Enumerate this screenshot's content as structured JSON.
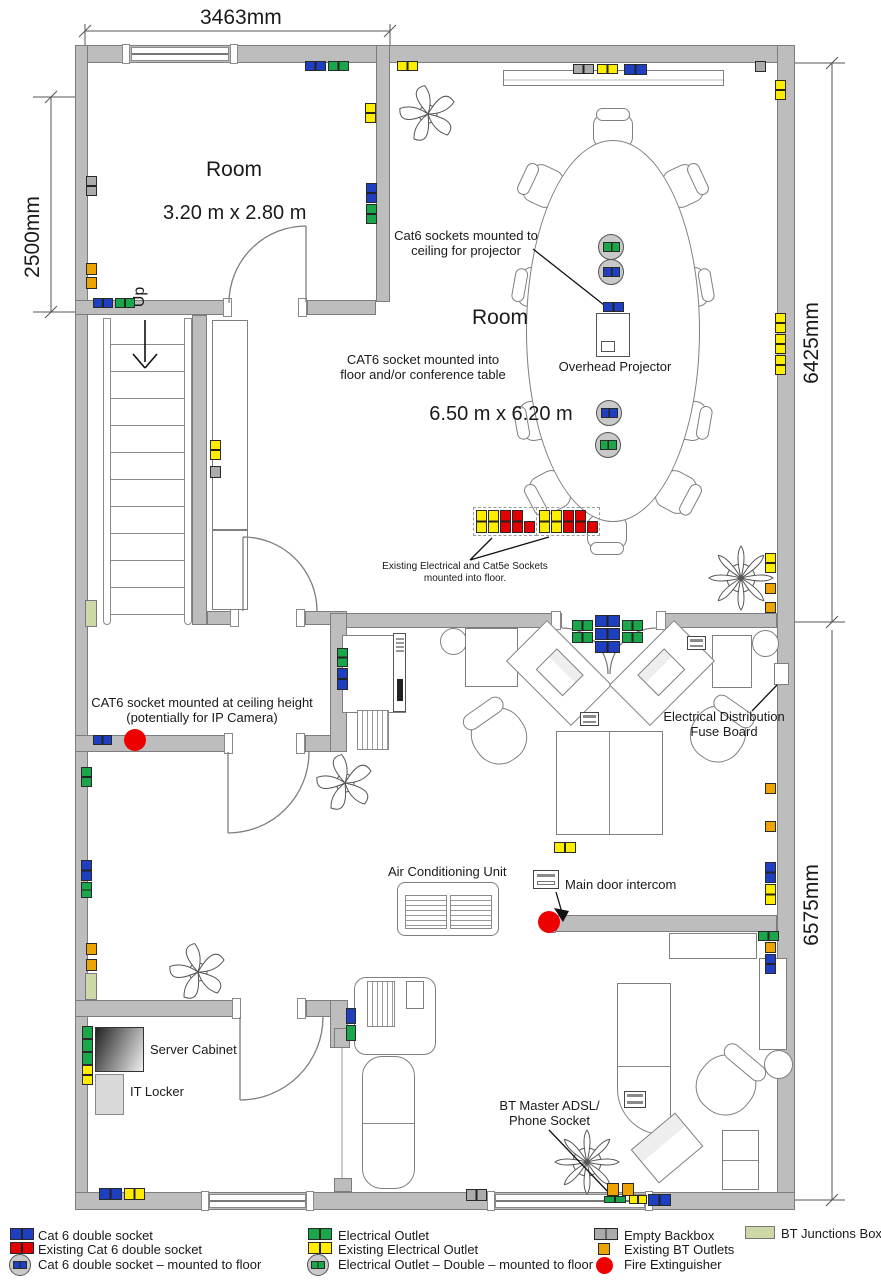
{
  "palette": {
    "blue": "#1e3fc0",
    "red": "#e30000",
    "green": "#1aa64b",
    "yellow": "#ffed00",
    "orange": "#eea400",
    "gray": "#ababab",
    "btj": "#ccd9a6",
    "fire": "#ee0000",
    "wall": "#bdbdbd",
    "walledge": "#7d7d7d"
  },
  "dimensions": {
    "top": "3463mm",
    "left": "2500mm",
    "right_upper": "6425mm",
    "right_lower": "6575mm"
  },
  "rooms": {
    "small_name": "Room",
    "small_size": "3.20 m x 2.80 m",
    "conference_name": "Room",
    "conference_size": "6.50 m x 6.20 m"
  },
  "labels": {
    "up": "Up",
    "ceiling_projector": "Cat6 sockets mounted to\nceiling for projector",
    "cat6_floor_table": "CAT6 socket mounted into\nfloor and/or conference table",
    "overhead_projector": "Overhead Projector",
    "existing_floor": "Existing Electrical and Cat5e Sockets\nmounted into floor.",
    "cat6_ceiling_camera": "CAT6 socket mounted at ceiling height\n(potentially for IP Camera)",
    "fuse_board": "Electrical Distribution\nFuse Board",
    "ac_unit": "Air Conditioning Unit",
    "intercom": "Main door intercom",
    "server_cabinet": "Server Cabinet",
    "it_locker": "IT Locker",
    "bt_master": "BT Master ADSL/\nPhone Socket"
  },
  "legend": {
    "col1": [
      {
        "icon": "cat6-double-socket",
        "label": "Cat 6 double socket"
      },
      {
        "icon": "existing-cat6-double-socket",
        "label": "Existing Cat 6 double socket"
      },
      {
        "icon": "cat6-floor-socket",
        "label": "Cat 6 double socket – mounted to floor"
      }
    ],
    "col2": [
      {
        "icon": "electrical-outlet",
        "label": "Electrical Outlet"
      },
      {
        "icon": "existing-electrical-outlet",
        "label": "Existing Electrical Outlet"
      },
      {
        "icon": "electrical-floor-outlet",
        "label": "Electrical Outlet – Double – mounted to floor"
      }
    ],
    "col3": [
      {
        "icon": "empty-backbox",
        "label": "Empty Backbox"
      },
      {
        "icon": "existing-bt-outlet",
        "label": "Existing BT Outlets"
      },
      {
        "icon": "fire-extinguisher",
        "label": "Fire Extinguisher"
      }
    ],
    "col4": [
      {
        "icon": "bt-junctions-box",
        "label": "BT Junctions Box"
      }
    ]
  },
  "plan": {
    "sockets": [
      [
        "bb",
        86,
        176,
        11,
        20,
        "v"
      ],
      [
        "bt",
        86,
        263,
        11,
        12,
        "s"
      ],
      [
        "bt",
        86,
        277,
        11,
        12,
        "s"
      ],
      [
        "cat6",
        93,
        298,
        20,
        10,
        "h"
      ],
      [
        "elec",
        115,
        298,
        20,
        10,
        "h"
      ],
      [
        "elecx",
        365,
        103,
        11,
        20,
        "v"
      ],
      [
        "cat6",
        366,
        183,
        11,
        20,
        "v"
      ],
      [
        "elec",
        366,
        204,
        11,
        20,
        "v"
      ],
      [
        "cat6",
        305,
        61,
        21,
        10,
        "h"
      ],
      [
        "elec",
        328,
        61,
        21,
        10,
        "h"
      ],
      [
        "elecx",
        397,
        61,
        21,
        10,
        "h"
      ],
      [
        "bb",
        573,
        64,
        21,
        10,
        "h"
      ],
      [
        "elecx",
        597,
        64,
        21,
        10,
        "h"
      ],
      [
        "cat6",
        624,
        64,
        23,
        11,
        "h"
      ],
      [
        "bb",
        755,
        61,
        11,
        11,
        "s"
      ],
      [
        "elecx",
        775,
        80,
        11,
        20,
        "v"
      ],
      [
        "elecx",
        775,
        313,
        11,
        20,
        "v"
      ],
      [
        "elecx",
        775,
        334,
        11,
        20,
        "v"
      ],
      [
        "elecx",
        775,
        355,
        11,
        20,
        "v"
      ],
      [
        "cat6",
        603,
        302,
        21,
        10,
        "h"
      ],
      [
        "elecx",
        476,
        510,
        11,
        23,
        "v"
      ],
      [
        "elecx",
        488,
        510,
        11,
        23,
        "v"
      ],
      [
        "cat6x",
        500,
        510,
        11,
        23,
        "v"
      ],
      [
        "cat6x",
        512,
        510,
        11,
        23,
        "v"
      ],
      [
        "cat6x",
        524,
        521,
        11,
        12,
        "s"
      ],
      [
        "elecx",
        539,
        510,
        11,
        23,
        "v"
      ],
      [
        "elecx",
        551,
        510,
        11,
        23,
        "v"
      ],
      [
        "cat6x",
        563,
        510,
        11,
        23,
        "v"
      ],
      [
        "cat6x",
        575,
        510,
        11,
        23,
        "v"
      ],
      [
        "cat6x",
        587,
        521,
        11,
        12,
        "s"
      ],
      [
        "elecx",
        765,
        553,
        11,
        20,
        "v"
      ],
      [
        "bt",
        765,
        583,
        11,
        11,
        "s"
      ],
      [
        "bt",
        765,
        602,
        11,
        11,
        "s"
      ],
      [
        "elec",
        337,
        648,
        11,
        19,
        "v"
      ],
      [
        "cat6",
        337,
        668,
        11,
        22,
        "v"
      ],
      [
        "elec",
        572,
        620,
        21,
        11,
        "h"
      ],
      [
        "elec",
        572,
        632,
        21,
        11,
        "h"
      ],
      [
        "cat6",
        595,
        615,
        25,
        12,
        "h"
      ],
      [
        "cat6",
        595,
        628,
        25,
        12,
        "h"
      ],
      [
        "cat6",
        595,
        641,
        25,
        12,
        "h"
      ],
      [
        "elec",
        622,
        620,
        21,
        11,
        "h"
      ],
      [
        "elec",
        622,
        632,
        21,
        11,
        "h"
      ],
      [
        "bt",
        765,
        783,
        11,
        11,
        "s"
      ],
      [
        "bt",
        765,
        821,
        11,
        11,
        "s"
      ],
      [
        "cat6",
        765,
        862,
        11,
        21,
        "v"
      ],
      [
        "elecx",
        765,
        884,
        11,
        21,
        "v"
      ],
      [
        "elecx",
        554,
        842,
        22,
        11,
        "h"
      ],
      [
        "cat6",
        93,
        735,
        19,
        10,
        "h"
      ],
      [
        "elec",
        81,
        767,
        11,
        20,
        "v"
      ],
      [
        "cat6",
        81,
        860,
        11,
        21,
        "v"
      ],
      [
        "elec",
        81,
        882,
        11,
        16,
        "v"
      ],
      [
        "bt",
        86,
        943,
        11,
        12,
        "s"
      ],
      [
        "bt",
        86,
        959,
        11,
        12,
        "s"
      ],
      [
        "btj",
        85,
        973,
        12,
        27,
        "j"
      ],
      [
        "btj",
        85,
        600,
        12,
        27,
        "j"
      ],
      [
        "elec",
        82,
        1026,
        11,
        13,
        "s"
      ],
      [
        "elec",
        82,
        1039,
        11,
        13,
        "s"
      ],
      [
        "elec",
        82,
        1052,
        11,
        13,
        "s"
      ],
      [
        "elecx",
        82,
        1065,
        11,
        20,
        "v"
      ],
      [
        "cat6",
        346,
        1008,
        10,
        16,
        "s"
      ],
      [
        "elec",
        346,
        1025,
        10,
        16,
        "s"
      ],
      [
        "elecx",
        210,
        440,
        11,
        20,
        "v"
      ],
      [
        "bb",
        210,
        466,
        11,
        12,
        "s"
      ],
      [
        "cat6",
        99,
        1188,
        23,
        12,
        "h"
      ],
      [
        "elecx",
        124,
        1188,
        21,
        12,
        "h"
      ],
      [
        "bb",
        466,
        1189,
        21,
        12,
        "h"
      ],
      [
        "elec",
        604,
        1196,
        22,
        7,
        "h"
      ],
      [
        "bt",
        607,
        1183,
        12,
        13,
        "s"
      ],
      [
        "bt",
        622,
        1183,
        12,
        13,
        "s"
      ],
      [
        "elecx",
        629,
        1195,
        18,
        9,
        "h"
      ],
      [
        "cat6",
        648,
        1194,
        23,
        12,
        "h"
      ],
      [
        "elec",
        758,
        931,
        21,
        10,
        "h"
      ],
      [
        "bt",
        765,
        942,
        11,
        11,
        "s"
      ],
      [
        "cat6",
        765,
        954,
        11,
        20,
        "v"
      ]
    ],
    "floor_sockets": [
      [
        "elec",
        598,
        234
      ],
      [
        "cat6",
        598,
        259
      ],
      [
        "cat6",
        596,
        400
      ],
      [
        "elec",
        595,
        432
      ]
    ],
    "fire_extinguishers": [
      [
        124,
        729
      ],
      [
        538,
        911
      ]
    ],
    "chairs": [
      [
        613,
        131,
        0,
        40,
        36,
        0
      ],
      [
        607,
        532,
        180,
        40,
        36,
        0
      ],
      [
        543,
        186,
        -65,
        40,
        36,
        0
      ],
      [
        536,
        288,
        -80,
        40,
        36,
        0
      ],
      [
        538,
        420,
        -100,
        40,
        36,
        0
      ],
      [
        550,
        492,
        -118,
        40,
        36,
        0
      ],
      [
        683,
        186,
        65,
        40,
        36,
        0
      ],
      [
        690,
        288,
        80,
        40,
        36,
        0
      ],
      [
        688,
        420,
        100,
        40,
        36,
        0
      ],
      [
        676,
        492,
        118,
        40,
        36,
        0
      ],
      [
        499,
        736,
        -35,
        54,
        56,
        1
      ],
      [
        718,
        734,
        35,
        54,
        56,
        1
      ],
      [
        726,
        1085,
        40,
        58,
        60,
        1
      ]
    ]
  }
}
